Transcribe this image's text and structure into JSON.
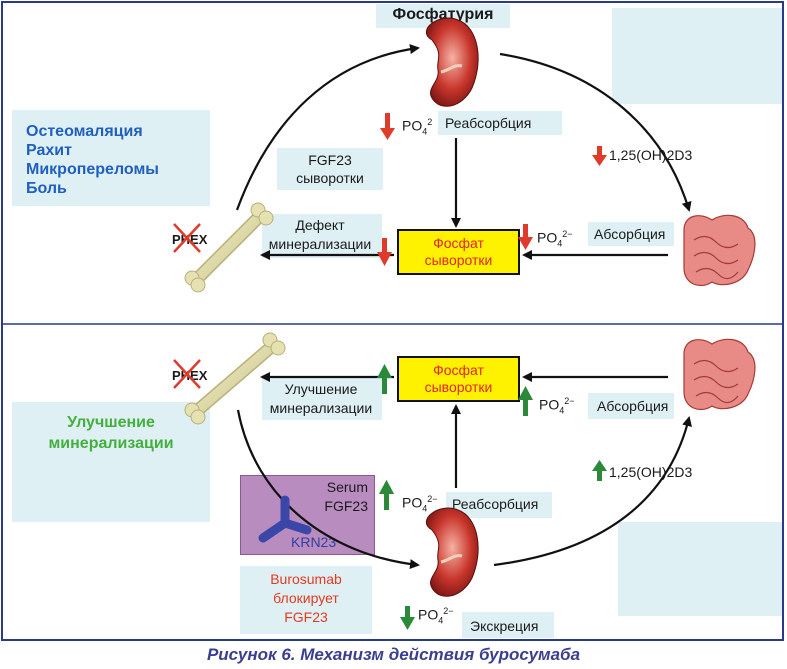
{
  "top_title": "Фосфатурия",
  "left_list": [
    "Остеомаляция",
    "Рахит",
    "Микропереломы",
    "Боль"
  ],
  "top": {
    "phex": "PHEX",
    "fgf23_serum": [
      "FGF23",
      "сыворотки"
    ],
    "po4_top": "PO",
    "po4_top_sub": "4",
    "po4_top_sup": "2",
    "reabsorption": "Реабсорбция",
    "vitd": "1,25(OH)2D3",
    "defect": [
      "Дефект",
      "минерализации"
    ],
    "phosphate": [
      "Фосфат",
      "сыворотки"
    ],
    "po4_mid": "PO",
    "po4_mid_sub": "4",
    "po4_mid_sup": "2−",
    "absorption": "Абсорбция"
  },
  "bottom": {
    "phex": "PHEX",
    "improve": [
      "Улучшение",
      "минерализации"
    ],
    "phosphate": [
      "Фосфат",
      "сыворотки"
    ],
    "po4_mid": "PO",
    "po4_mid_sub": "4",
    "po4_mid_sup": "2−",
    "absorption": "Абсорбция",
    "green_title": [
      "Улучшение",
      "минерализации"
    ],
    "vitd": "1,25(OH)2D3",
    "serum_fgf23": [
      "Serum",
      "FGF23"
    ],
    "krn23": "KRN23",
    "po4_reab": "PO",
    "po4_reab_sub": "4",
    "po4_reab_sup": "2−",
    "reabsorption": "Реабсорбция",
    "burosumab": [
      "Burosumab",
      "блокирует",
      "FGF23"
    ],
    "po4_exc": "PO",
    "po4_exc_sub": "4",
    "po4_exc_sup": "2−",
    "excretion": "Экскреция"
  },
  "caption": "Рисунок 6. Механизм действия буросумаба",
  "colors": {
    "box_bg": "#dff0f5",
    "arrow_down": "#e03a2a",
    "arrow_up": "#2a8a3a",
    "phosphate_bg": "#fff200",
    "phosphate_text": "#e52421",
    "purple": "#b98cc0",
    "caption": "#3b3f8f"
  }
}
